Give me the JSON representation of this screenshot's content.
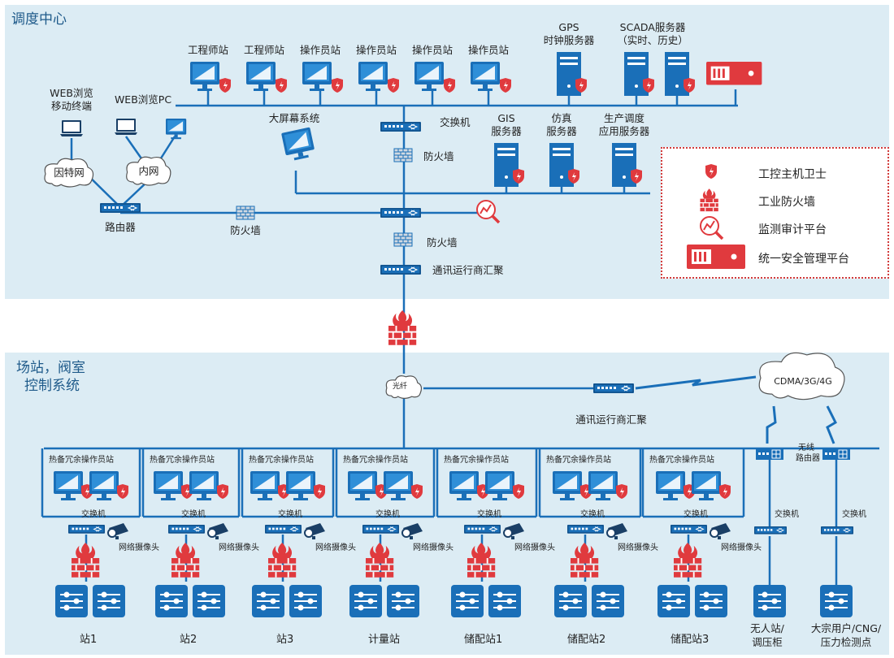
{
  "zones": {
    "top": "调度中心",
    "bottom_l1": "场站，阀室",
    "bottom_l2": "控制系统"
  },
  "top": {
    "workstations": [
      "工程师站",
      "工程师站",
      "操作员站",
      "操作员站",
      "操作员站",
      "操作员站"
    ],
    "gps_l1": "GPS",
    "gps_l2": "时钟服务器",
    "scada_l1": "SCADA服务器",
    "scada_l2": "（实时、历史）",
    "web_mobile_l1": "WEB浏览",
    "web_mobile_l2": "移动终端",
    "web_pc": "WEB浏览PC",
    "big_screen": "大屏幕系统",
    "switch": "交换机",
    "firewall": "防火墙",
    "gis_l1": "GIS",
    "gis_l2": "服务器",
    "sim_l1": "仿真",
    "sim_l2": "服务器",
    "prod_l1": "生产调度",
    "prod_l2": "应用服务器",
    "internet": "因特网",
    "intranet": "内网",
    "router": "路由器",
    "firewall_left": "防火墙",
    "firewall_lower": "防火墙",
    "carrier": "通讯运行商汇聚"
  },
  "legend": [
    {
      "icon": "host-guard-icon",
      "label": "工控主机卫士"
    },
    {
      "icon": "industrial-firewall-icon",
      "label": "工业防火墙"
    },
    {
      "icon": "monitor-audit-icon",
      "label": "监测审计平台"
    },
    {
      "icon": "security-platform-icon",
      "label": "统一安全管理平台"
    }
  ],
  "bottom": {
    "fiber": "光纤",
    "carrier": "通讯运行商汇聚",
    "cloud": "CDMA/3G/4G",
    "wireless_l1": "无线",
    "wireless_l2": "路由器",
    "station_header": "热备冗余操作员站",
    "switch": "交换机",
    "camera": "网络摄像头",
    "stations": [
      "站1",
      "站2",
      "站3",
      "计量站",
      "储配站1",
      "储配站2",
      "储配站3"
    ],
    "unmanned_l1": "无人站/",
    "unmanned_l2": "调压柜",
    "bigcust_l1": "大宗用户/CNG/",
    "bigcust_l2": "压力检测点"
  },
  "colors": {
    "zone_bg": "#dcecf4",
    "line": "#1a6fb8",
    "device": "#1a6fb8",
    "security": "#e03a3e"
  }
}
